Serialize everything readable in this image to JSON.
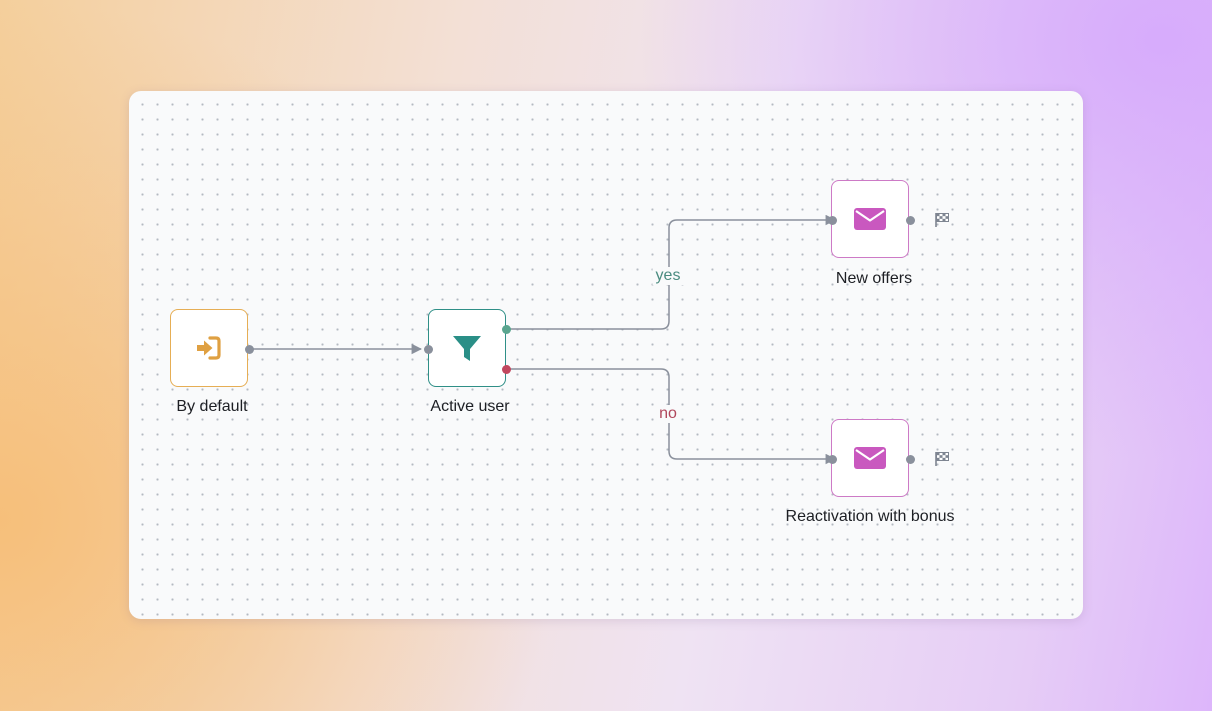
{
  "flow": {
    "nodes": {
      "start": {
        "label": "By default",
        "icon": "enter-icon",
        "color": "#e6ae55"
      },
      "filter": {
        "label": "Active user",
        "icon": "filter-icon",
        "color": "#2f8f87"
      },
      "email_yes": {
        "label": "New offers",
        "icon": "envelope-icon",
        "color": "#cd7ac6"
      },
      "email_no": {
        "label": "Reactivation with bonus",
        "icon": "envelope-icon",
        "color": "#cd7ac6"
      }
    },
    "edges": {
      "yes_label": "yes",
      "no_label": "no",
      "yes_color": "#5aa58f",
      "no_color": "#c1475e"
    },
    "end_icon": "finish-flag-icon"
  }
}
